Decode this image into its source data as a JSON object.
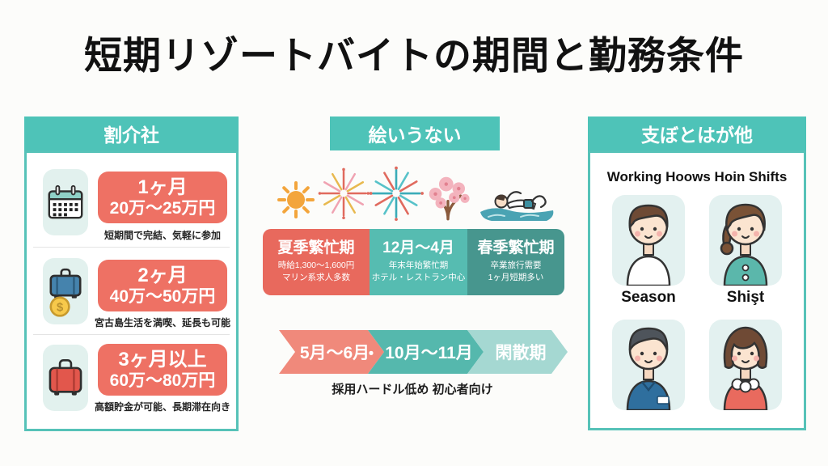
{
  "title": "短期リゾートバイトの期間と勤務条件",
  "left_panel": {
    "header": "割介社",
    "items": [
      {
        "icon": "calendar-icon",
        "period": "1ヶ月",
        "salary": "20万〜25万円",
        "caption": "短期間で完結、気軽に参加"
      },
      {
        "icon": "suitcase-dollar-icon",
        "period": "2ヶ月",
        "salary": "40万〜50万円",
        "caption": "宮古島生活を満喫、延長も可能"
      },
      {
        "icon": "red-suitcase-icon",
        "period": "3ヶ月以上",
        "salary": "60万〜80万円",
        "caption": "高額貯金が可能、長期滞在向き"
      }
    ]
  },
  "middle_panel": {
    "header": "絵いうない",
    "icons": [
      "sun-icon",
      "firework-pink-icon",
      "firework-teal-icon",
      "cherry-blossom-icon",
      "swimmer-icon"
    ],
    "season_boxes": [
      {
        "title": "夏季繁忙期",
        "line1": "時給1,300〜1,600円",
        "line2": "マリン系求人多数",
        "color": "#e8695d"
      },
      {
        "title": "12月〜4月",
        "line1": "年末年始繁忙期",
        "line2": "ホテル・レストラン中心",
        "color": "#56bcb1"
      },
      {
        "title": "春季繁忙期",
        "line1": "卒業旅行需要",
        "line2": "1ヶ月短期多い",
        "color": "#47968e"
      }
    ],
    "timeline": {
      "segments": [
        {
          "label": "5月〜6月",
          "color": "#f0897b"
        },
        {
          "label": "10月〜11月",
          "color": "#55b8ad"
        },
        {
          "label": "閑散期",
          "color": "#a5d8d2"
        }
      ],
      "separator": "・",
      "caption": "採用ハードル低め 初心者向け"
    }
  },
  "right_panel": {
    "header": "支ぼとはが他",
    "subtitle": "Working Hoows Hoin Shifts",
    "labels": [
      "Season",
      "Shişt"
    ],
    "avatars": [
      "young-man-avatar",
      "woman-ponytail-avatar",
      "gray-hair-man-avatar",
      "woman-bob-avatar"
    ]
  },
  "colors": {
    "accent_teal": "#4ec3b8",
    "panel_border": "#56c2b8",
    "salmon_card": "#ee7164",
    "icon_tile_bg": "#e2f1ee",
    "avatar_tile_bg": "#e3f1f0",
    "background": "#fcfcfa"
  }
}
